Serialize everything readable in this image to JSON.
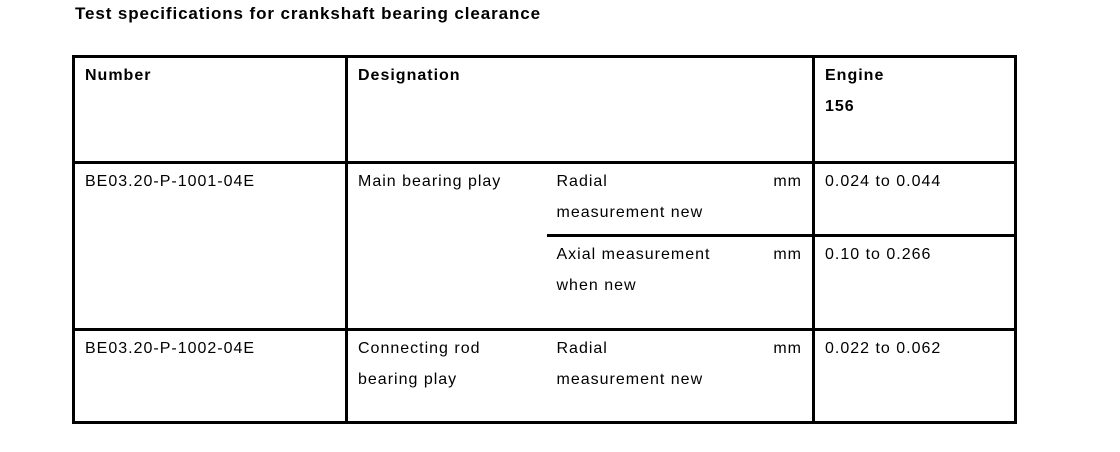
{
  "title": "Test specifications for crankshaft bearing clearance",
  "table": {
    "headers": {
      "number": "Number",
      "designation": "Designation",
      "engine_label": "Engine",
      "engine_model": "156"
    },
    "rows": [
      {
        "number": "BE03.20-P-1001-04E",
        "designation": "Main bearing play",
        "measurements": [
          {
            "name": "Radial\nmeasurement new",
            "unit": "mm",
            "value": "0.024 to 0.044"
          },
          {
            "name": "Axial measurement\nwhen new",
            "unit": "mm",
            "value": "0.10 to 0.266"
          }
        ]
      },
      {
        "number": "BE03.20-P-1002-04E",
        "designation": "Connecting rod\nbearing play",
        "measurements": [
          {
            "name": "Radial\nmeasurement new",
            "unit": "mm",
            "value": "0.022 to 0.062"
          }
        ]
      }
    ]
  }
}
